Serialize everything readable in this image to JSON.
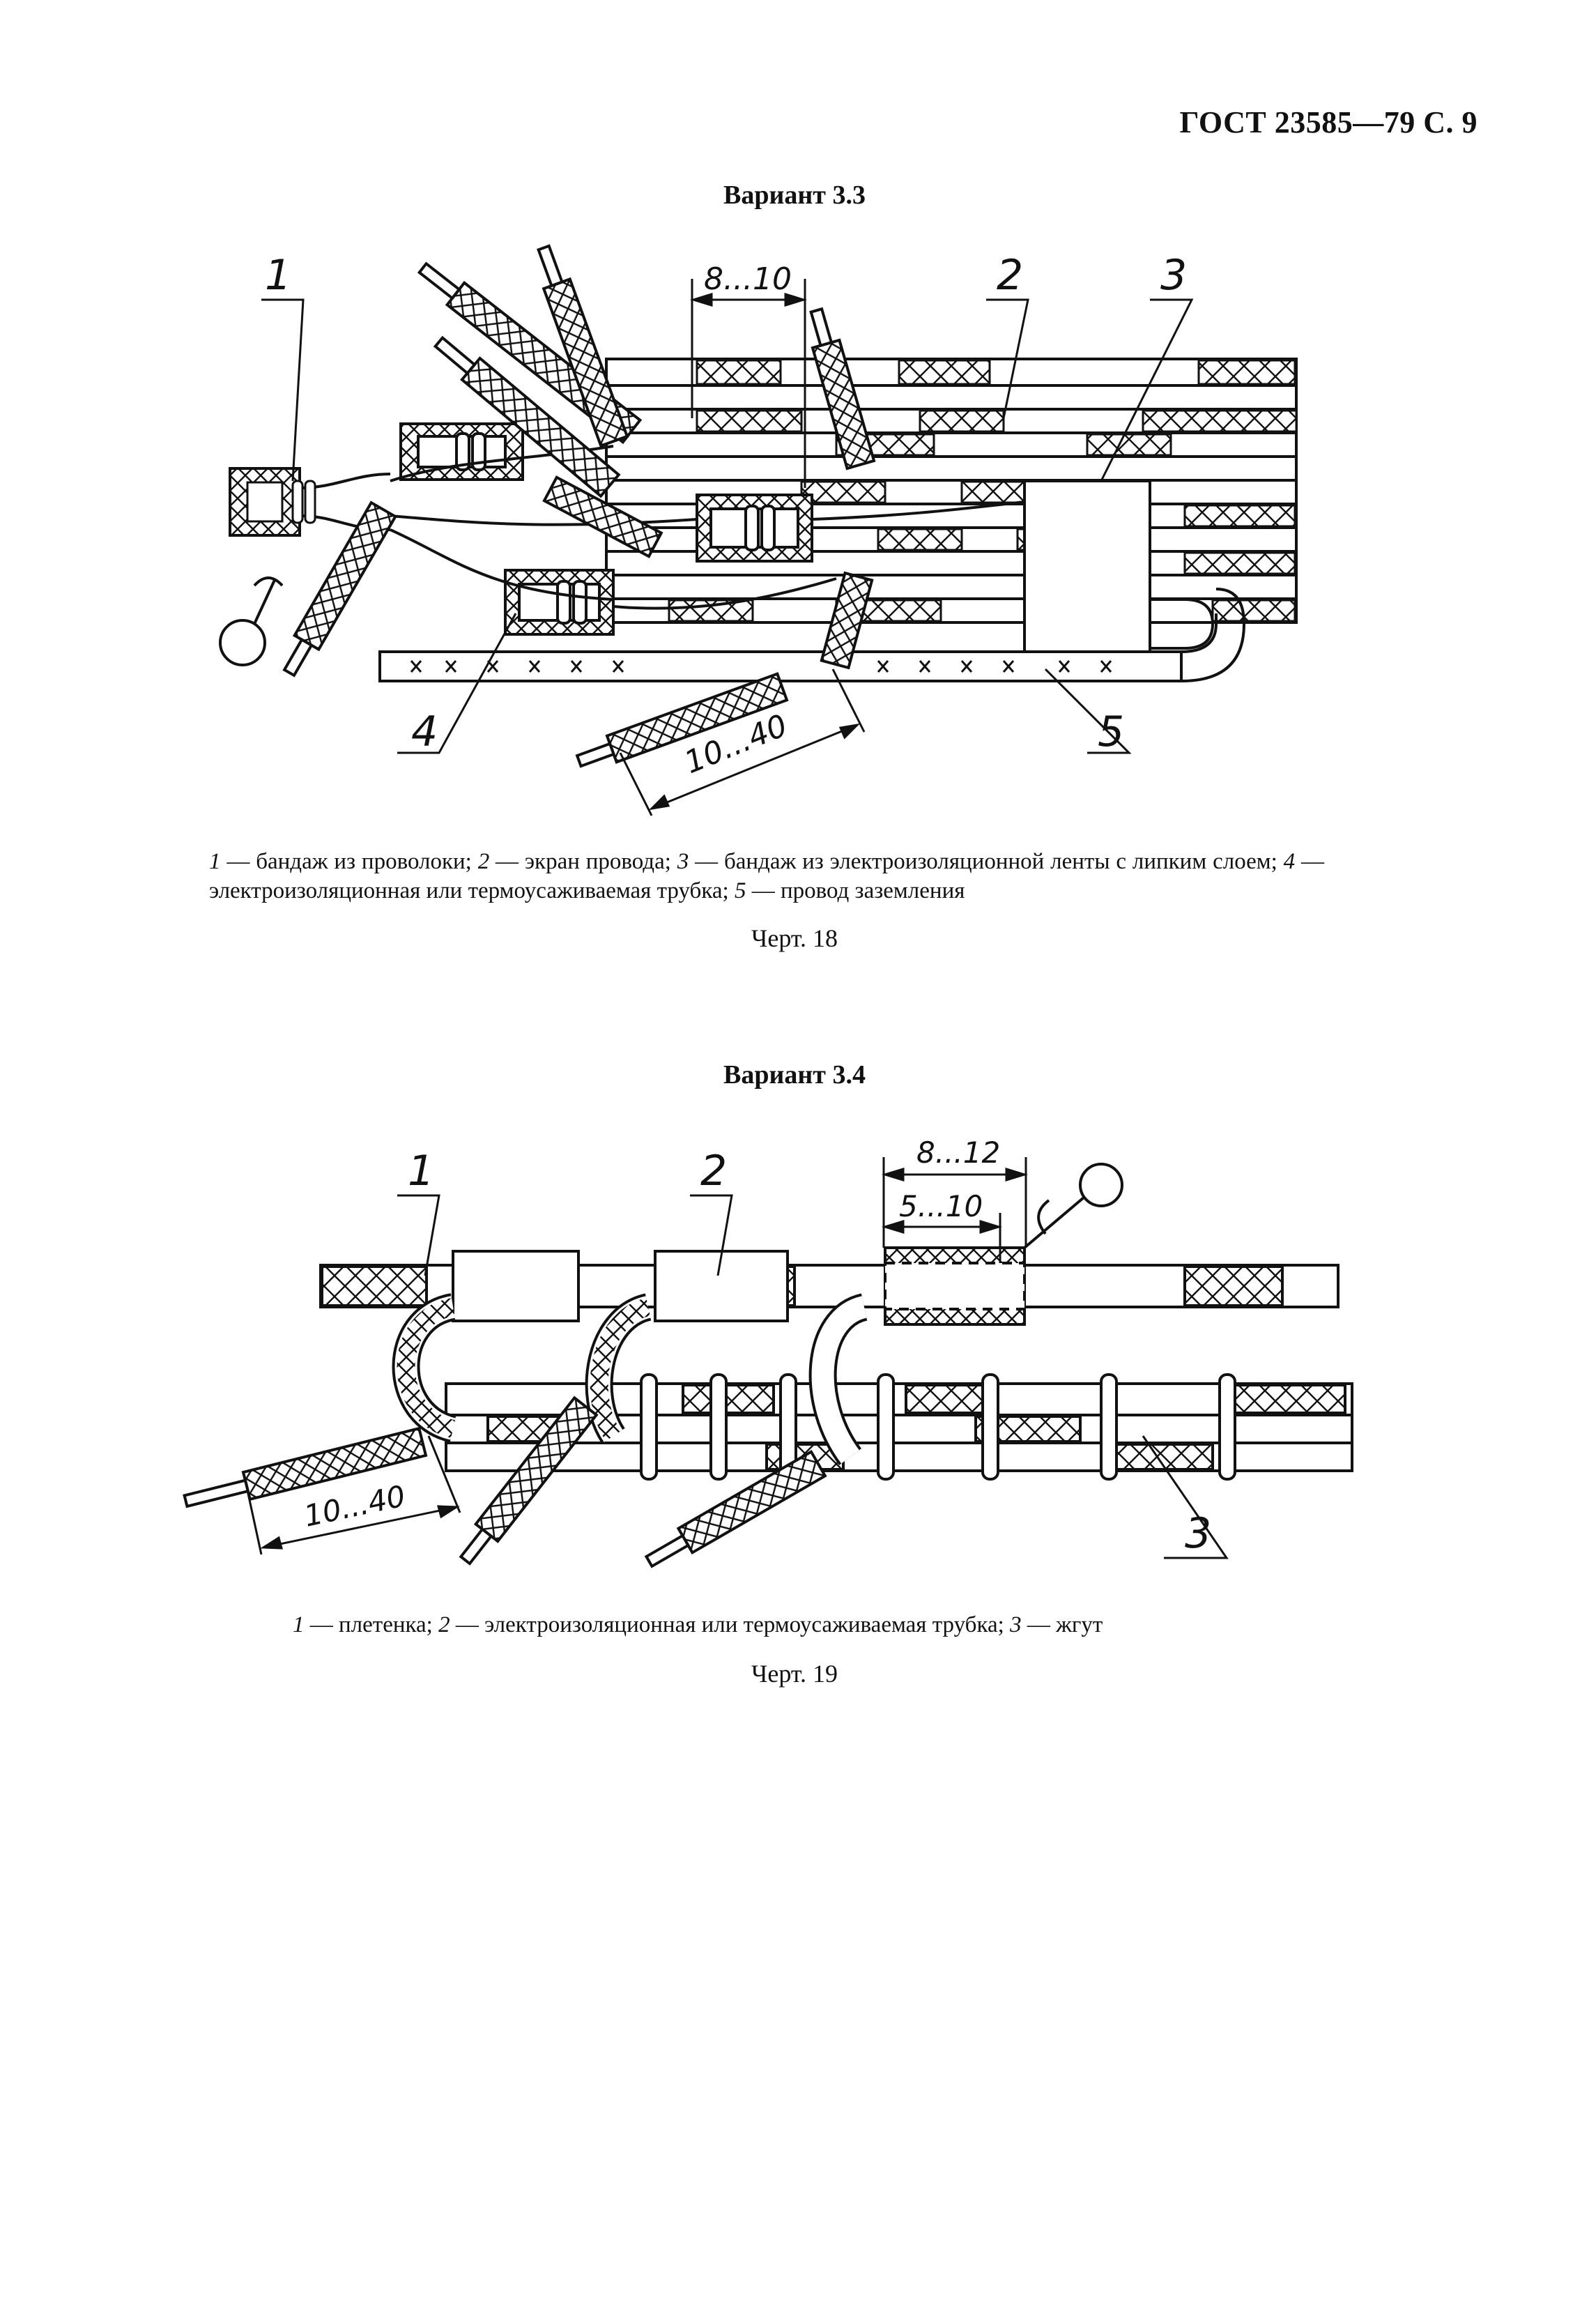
{
  "page": {
    "header": "ГОСТ 23585—79 С. 9"
  },
  "figure18": {
    "variant_title": "Вариант 3.3",
    "callouts": [
      "1",
      "2",
      "3",
      "4",
      "5"
    ],
    "dim_top": "8...10",
    "dim_bottom": "10...40",
    "legend": [
      {
        "num": "1",
        "text": " — бандаж из проволоки; "
      },
      {
        "num": "2",
        "text": " — экран провода; "
      },
      {
        "num": "3",
        "text": " — бандаж из электроизоляционной ленты с липким слоем; "
      },
      {
        "num": "4",
        "text": " — электроизоляционная или термоусаживаемая трубка; "
      },
      {
        "num": "5",
        "text": " — провод заземления"
      }
    ],
    "caption_label": "Черт. 18"
  },
  "figure19": {
    "variant_title": "Вариант 3.4",
    "callouts": [
      "1",
      "2",
      "3"
    ],
    "dim_outer": "8...12",
    "dim_inner": "5...10",
    "dim_bottom": "10...40",
    "legend": [
      {
        "num": "1",
        "text": " — плетенка; "
      },
      {
        "num": "2",
        "text": " — электроизоляционная или термоусаживаемая трубка; "
      },
      {
        "num": "3",
        "text": " — жгут"
      }
    ],
    "caption_label": "Черт. 19"
  }
}
